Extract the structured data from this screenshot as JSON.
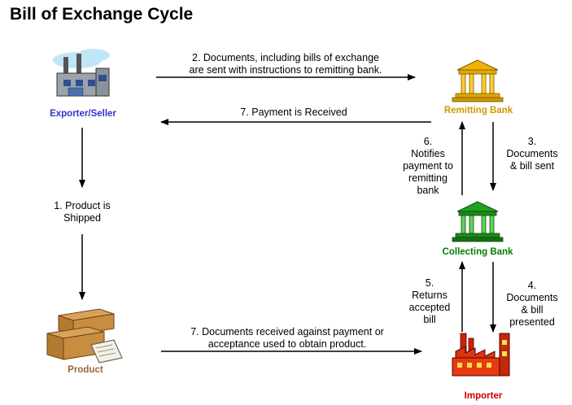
{
  "title": "Bill of Exchange Cycle",
  "nodes": {
    "exporter": {
      "label": "Exporter/Seller",
      "color": "#3333cc"
    },
    "remitting": {
      "label": "Remitting Bank",
      "color": "#cc9900"
    },
    "collecting": {
      "label": "Collecting Bank",
      "color": "#008000"
    },
    "product": {
      "label": "Product",
      "color": "#996633"
    },
    "importer": {
      "label": "Importer",
      "color": "#cc0000"
    }
  },
  "steps": {
    "s1": "1. Product is\nShipped",
    "s2": "2. Documents, including bills of exchange\nare sent with instructions to remitting bank.",
    "s3": "3.\nDocuments\n& bill sent",
    "s4": "4.\nDocuments\n& bill\npresented",
    "s5": "5.\nReturns\naccepted\nbill",
    "s6": "6.\nNotifies\npayment to\nremitting\nbank",
    "s7a": "7. Payment is Received",
    "s7b": "7. Documents received against payment or\nacceptance used to obtain product."
  }
}
